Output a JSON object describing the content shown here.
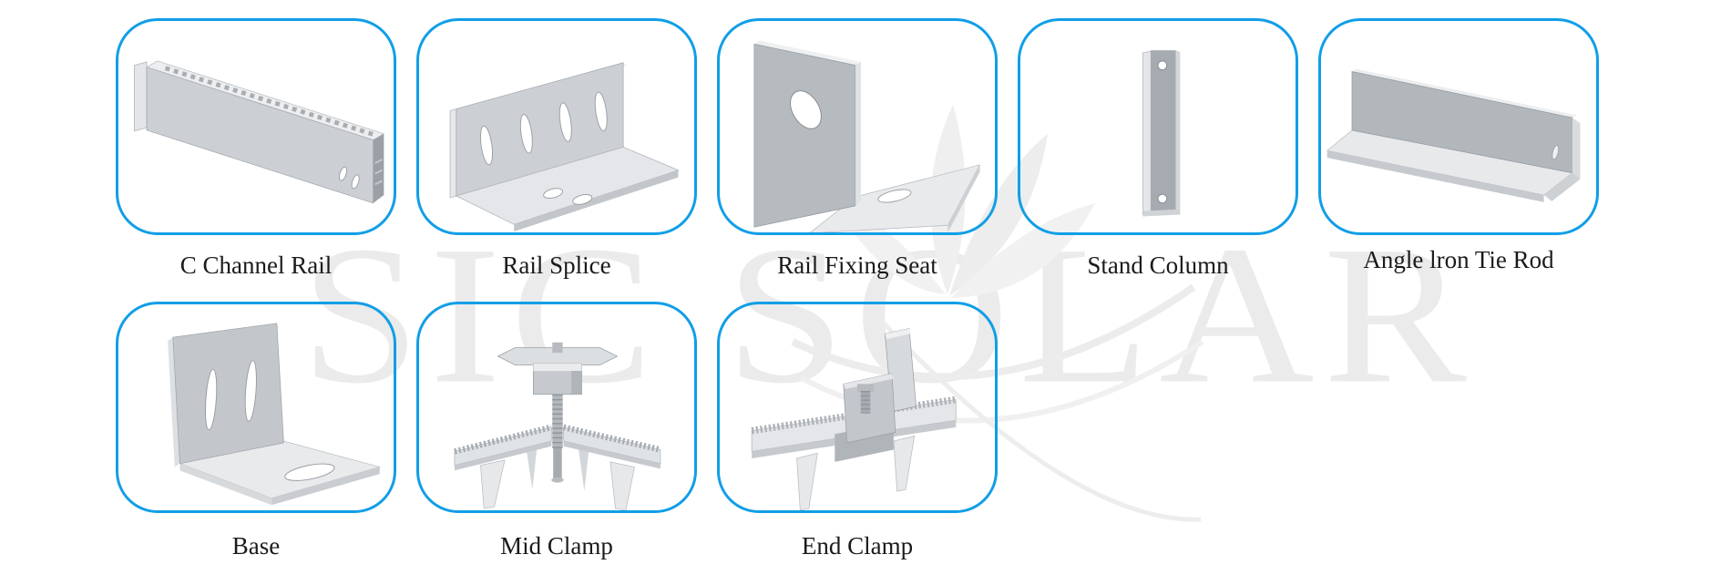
{
  "watermark": {
    "brand_text": "SIC SOLAR",
    "leaf_logo": "sic-solar-leaf-logo",
    "color": "#ebebeb"
  },
  "theme": {
    "card_border_color": "#119ee7",
    "label_text_color": "#1a1a1a",
    "metal_light": "#e8eaec",
    "metal_mid": "#c9cdd1",
    "metal_dark": "#a6abb1",
    "background": "#ffffff"
  },
  "products": [
    {
      "id": "c-channel-rail",
      "label": "C Channel Rail"
    },
    {
      "id": "rail-splice",
      "label": "Rail Splice"
    },
    {
      "id": "rail-fixing-seat",
      "label": "Rail Fixing Seat"
    },
    {
      "id": "stand-column",
      "label": "Stand Column"
    },
    {
      "id": "angle-iron-tie-rod",
      "label": "Angle lron Tie Rod"
    },
    {
      "id": "base",
      "label": "Base"
    },
    {
      "id": "mid-clamp",
      "label": "Mid Clamp"
    },
    {
      "id": "end-clamp",
      "label": "End Clamp"
    }
  ]
}
